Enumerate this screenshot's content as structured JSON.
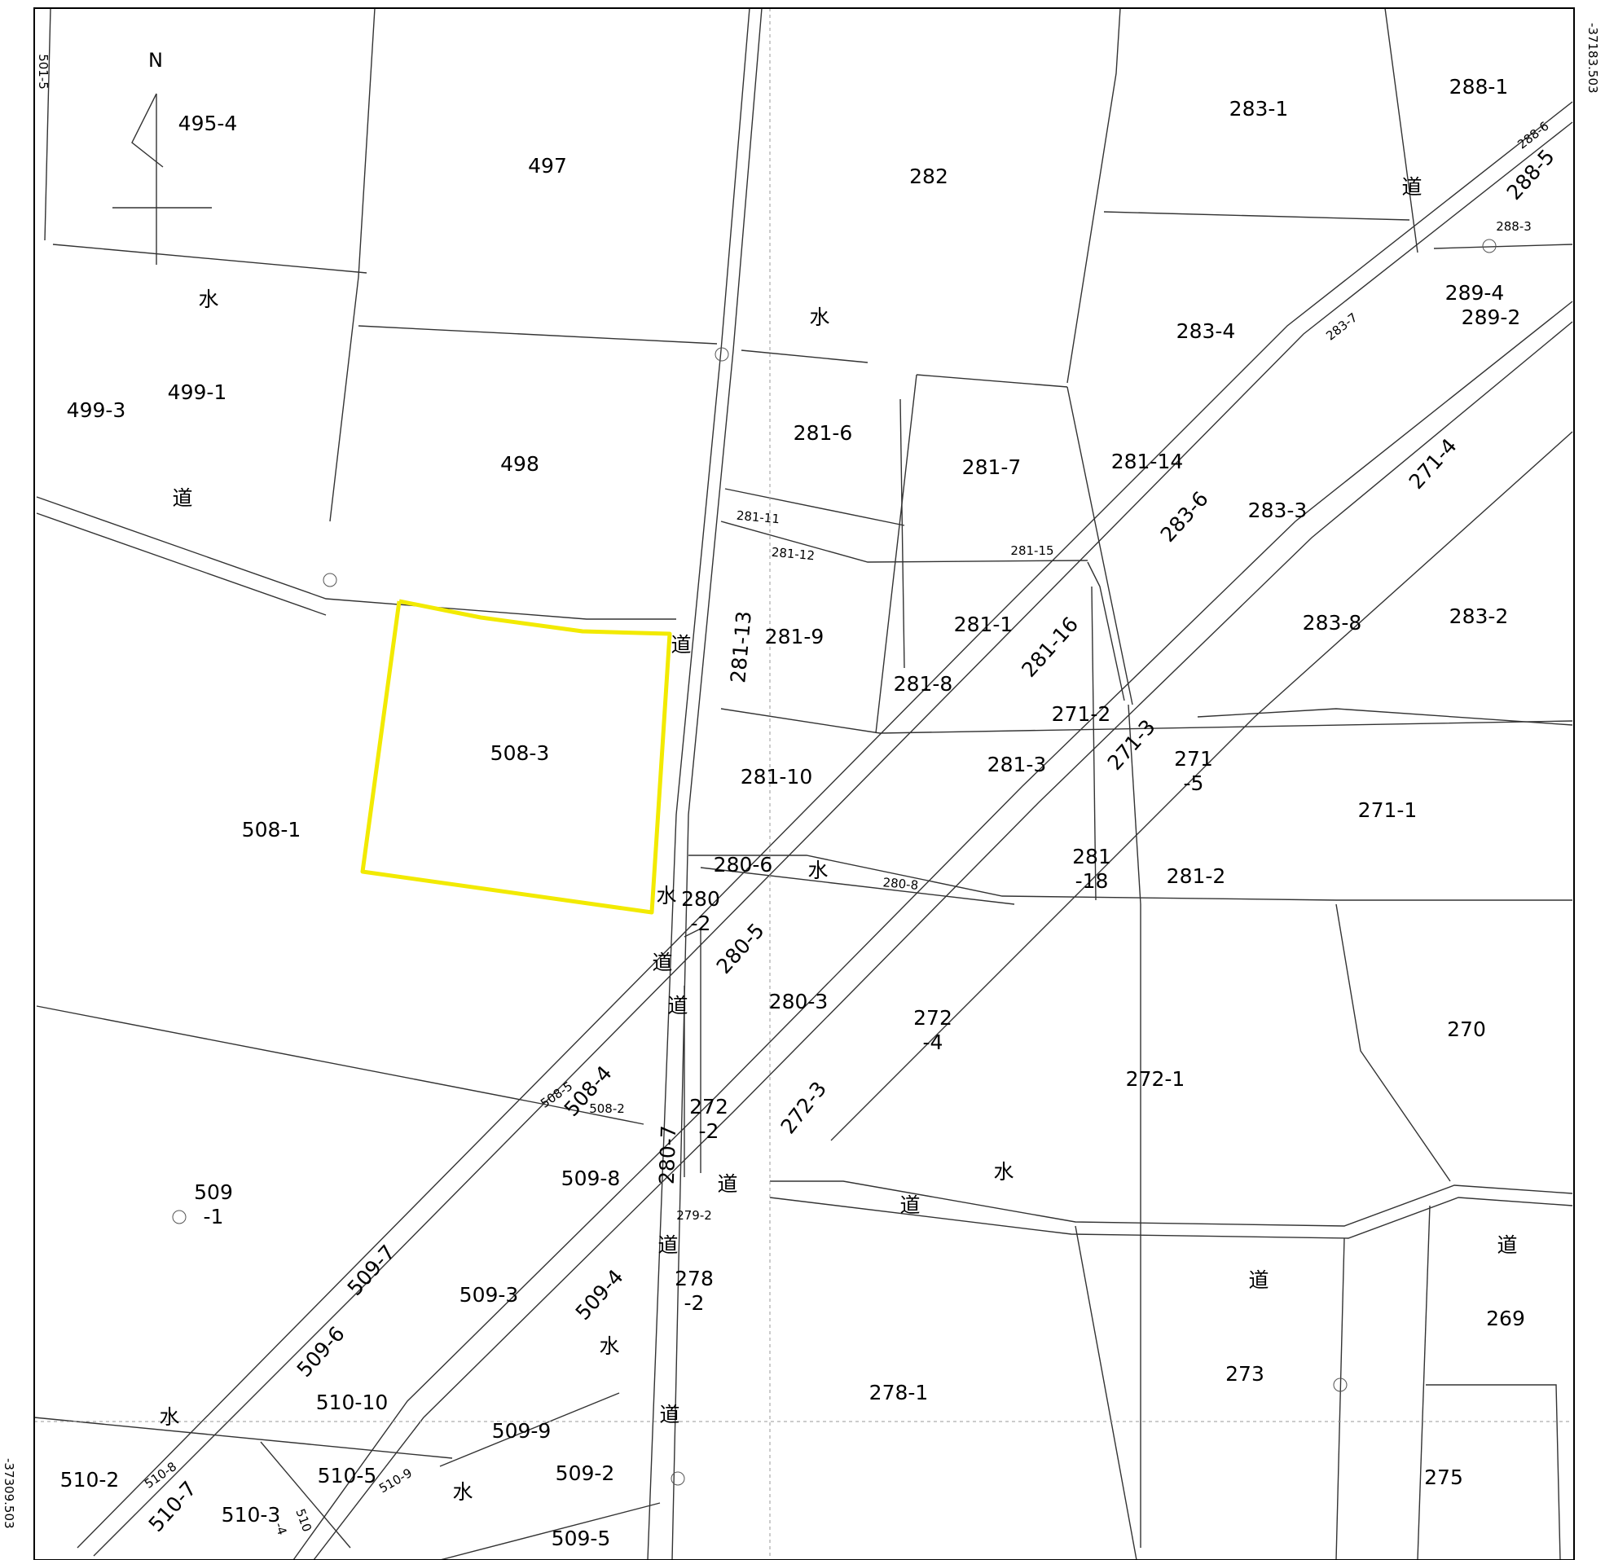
{
  "map": {
    "north_label": "N",
    "coord_top_right": "-37183.503",
    "coord_bottom_left": "-37309.503",
    "highlight_color": "#f2ea00",
    "highlighted_parcel": "508-3",
    "parcels": [
      "288-1",
      "283-1",
      "282",
      "497",
      "495-4",
      "283-4",
      "499-1",
      "499-3",
      "498",
      "281-6",
      "281-7",
      "281-14",
      "283-3",
      "283-8",
      "283-2",
      "281-9",
      "281-13",
      "281-1",
      "281-8",
      "508-3",
      "271-2",
      "281-3",
      "281-10",
      "271\n-5",
      "271-1",
      "508-1",
      "281\n-18",
      "281-2",
      "280-6",
      "280\n-2",
      "280-5",
      "280-3",
      "272\n-4",
      "270",
      "272-1",
      "272\n-2",
      "509-8",
      "509\n-1",
      "509-3",
      "278\n-2",
      "269",
      "273",
      "278-1",
      "510-10",
      "509-9",
      "510-2",
      "510-5",
      "509-2",
      "275",
      "510-3",
      "509-5",
      "509-6",
      "510-7",
      "283-6",
      "281-16",
      "288-5",
      "289-4",
      "289-2",
      "280-7",
      "272-3",
      "509-4",
      "509-7",
      "508-4",
      "271-4",
      "271-3"
    ],
    "small_labels": [
      "501-5",
      "288-6",
      "288-3",
      "283-7",
      "281-11",
      "281-12",
      "281-15",
      "280-8",
      "508-5",
      "508-2",
      "279-2",
      "510-8",
      "510-9",
      "510\n-4"
    ],
    "road_symbol": "道",
    "water_symbol": "水"
  }
}
